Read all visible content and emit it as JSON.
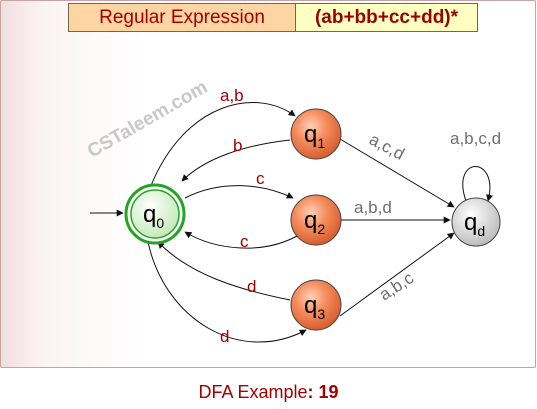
{
  "header": {
    "label": "Regular Expression",
    "expression": "(ab+bb+cc+dd)*"
  },
  "watermark": "CSTaleem.com",
  "states": {
    "q0": {
      "main": "q",
      "sub": "0"
    },
    "q1": {
      "main": "q",
      "sub": "1"
    },
    "q2": {
      "main": "q",
      "sub": "2"
    },
    "q3": {
      "main": "q",
      "sub": "3"
    },
    "qd": {
      "main": "q",
      "sub": "d"
    }
  },
  "transitions": {
    "q0_q1": "a,b",
    "q1_q0": "b",
    "q0_q2": "c",
    "q2_q0": "c",
    "q3_q0": "d",
    "q0_q3": "d",
    "q1_qd": "a,c,d",
    "q2_qd": "a,b,d",
    "q3_qd": "a,b,c",
    "qd_qd": "a,b,c,d"
  },
  "caption": {
    "prefix": "DFA Example",
    "separator": ": ",
    "number": "19"
  },
  "colors": {
    "accepting_state": "#d9f2cf",
    "accepting_ring": "#22a522",
    "normal_state": "#f07f4e",
    "dead_state": "#cfcfcf",
    "label_red": "#a30000",
    "label_gray": "#6e6e6e"
  }
}
